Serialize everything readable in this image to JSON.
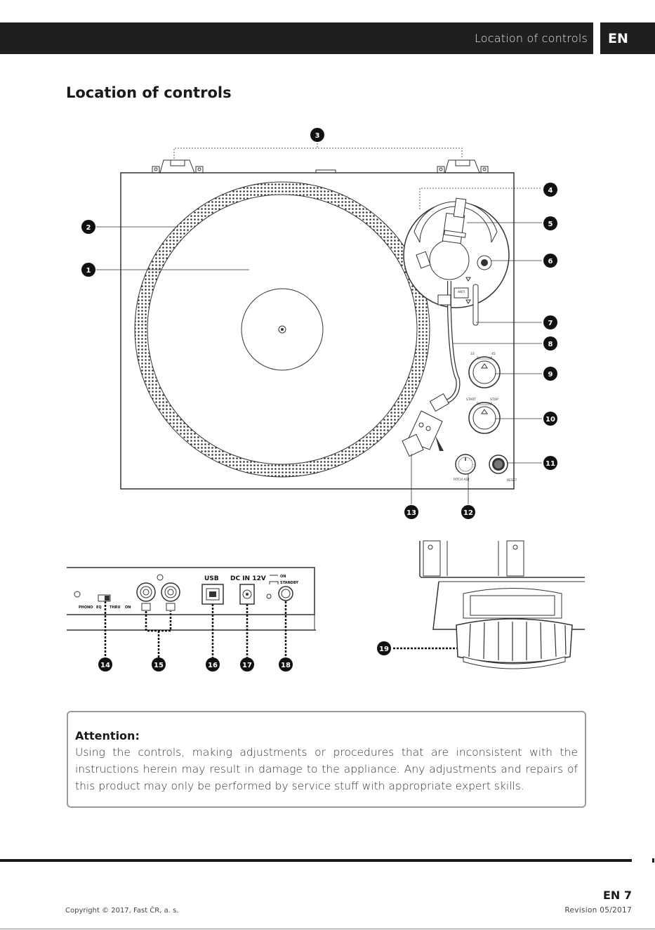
{
  "header": {
    "section_title": "Location of controls",
    "lang": "EN"
  },
  "page_title": "Location of controls",
  "callouts": [
    "1",
    "2",
    "3",
    "4",
    "5",
    "6",
    "7",
    "8",
    "9",
    "10",
    "11",
    "12",
    "13",
    "14",
    "15",
    "16",
    "17",
    "18",
    "19"
  ],
  "panel_labels": {
    "usb": "USB",
    "dc_in": "DC  IN  12V",
    "on": "ON",
    "standby": "STANDBY",
    "phono": "PHONO",
    "eq": "EQ",
    "thru": "THRU",
    "on_small": "ON",
    "speed_33": "33",
    "speed_45": "45",
    "start": "START",
    "stop": "STOP",
    "pitch": "PITCH ADJ",
    "reset": "RESET"
  },
  "attention": {
    "title": "Attention:",
    "body": "Using the controls, making adjustments or procedures that are inconsistent with the instructions herein may result in damage to the appliance. Any adjustments and repairs of this product may only be performed by service stuff with appropriate expert skills."
  },
  "footer": {
    "page_number": "EN 7",
    "copyright": "Copyright © 2017, Fast ČR, a. s.",
    "revision": "Revision 05/2017"
  },
  "colors": {
    "header_bg": "#1f1f1f",
    "callout_bg": "#111111",
    "border": "#9a9a9a"
  }
}
